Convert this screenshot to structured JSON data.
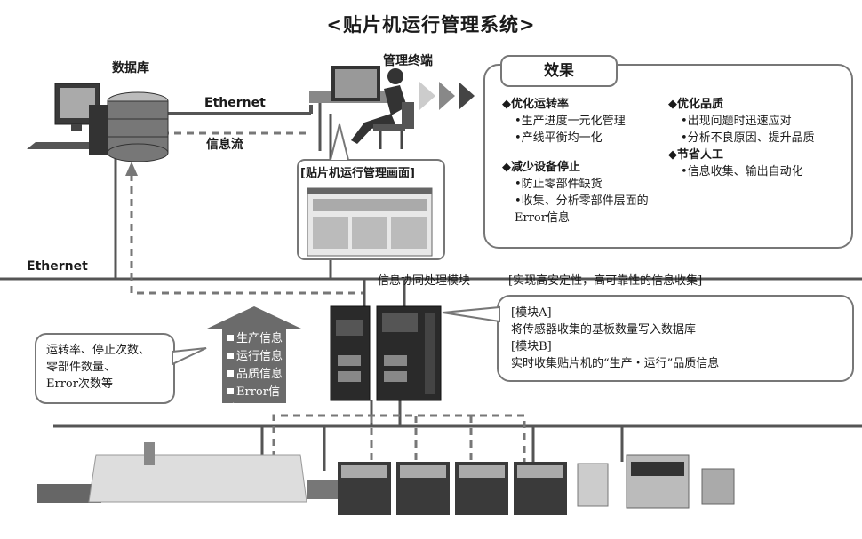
{
  "title": "<贴片机运行管理系统>",
  "database_label": "数据库",
  "terminal_label": "管理终端",
  "ethernet_top": "Ethernet",
  "info_flow": "信息流",
  "ethernet_left": "Ethernet",
  "screen_caption": "[贴片机运行管理画面]",
  "module_label": "信息协同处理模块",
  "module_slogan": "[实现高安定性，高可靠性的信息收集]",
  "effects": {
    "title": "效果",
    "left": [
      {
        "head": "优化运转率",
        "items": [
          "生产进度一元化管理",
          "产线平衡均一化"
        ]
      },
      {
        "head": "减少设备停止",
        "items": [
          "防止零部件缺货",
          "收集、分析零部件层面的Error信息"
        ]
      }
    ],
    "right": [
      {
        "head": "优化品质",
        "items": [
          "出现问题时迅速应对",
          "分析不良原因、提升品质"
        ]
      },
      {
        "head": "节省人工",
        "items": [
          "信息收集、输出自动化"
        ]
      }
    ]
  },
  "module_desc": {
    "line1": "[模块A]",
    "line2": "将传感器收集的基板数量写入数据库",
    "line3": "[模块B]",
    "line4": "实时收集贴片机的“生产・运行”品质信息"
  },
  "callout_left": {
    "line1": "运转率、停止次数、",
    "line2": "零部件数量、",
    "line3": "Error次数等"
  },
  "arrow_items": [
    "生产信息",
    "运行信息",
    "品质信息",
    "Error信息"
  ],
  "colors": {
    "line": "#555555",
    "arrow_fill": "#6b6b6b",
    "box_border": "#777777"
  }
}
